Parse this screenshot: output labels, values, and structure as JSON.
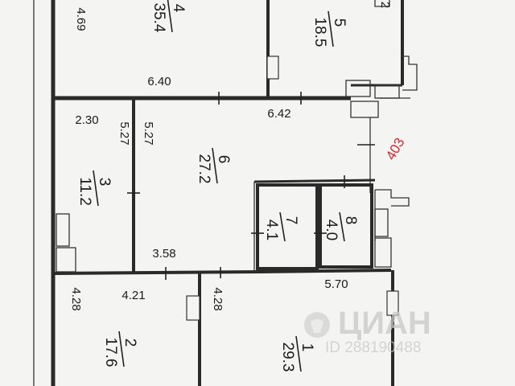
{
  "plan": {
    "apartment_number": "403",
    "partial_top_label": "2",
    "rooms": [
      {
        "id": "room-4",
        "number": "4",
        "area": "35.4"
      },
      {
        "id": "room-5",
        "number": "5",
        "area": "18.5"
      },
      {
        "id": "room-6",
        "number": "6",
        "area": "27.2"
      },
      {
        "id": "room-3",
        "number": "3",
        "area": "11.2"
      },
      {
        "id": "room-7",
        "number": "7",
        "area": "4.1"
      },
      {
        "id": "room-8",
        "number": "8",
        "area": "4.0"
      },
      {
        "id": "room-2",
        "number": "2",
        "area": "17.6"
      },
      {
        "id": "room-1",
        "number": "1",
        "area": "29.3"
      }
    ],
    "dimensions": {
      "d_469": "4.69",
      "d_640": "6.40",
      "d_642": "6.42",
      "d_230": "2.30",
      "d_527a": "5.27",
      "d_527b": "5.27",
      "d_358": "3.58",
      "d_421": "4.21",
      "d_428a": "4.28",
      "d_428b": "4.28",
      "d_570": "5.70"
    }
  },
  "watermark": {
    "brand": "ЦИАН",
    "id_text": "ID 288190488"
  }
}
